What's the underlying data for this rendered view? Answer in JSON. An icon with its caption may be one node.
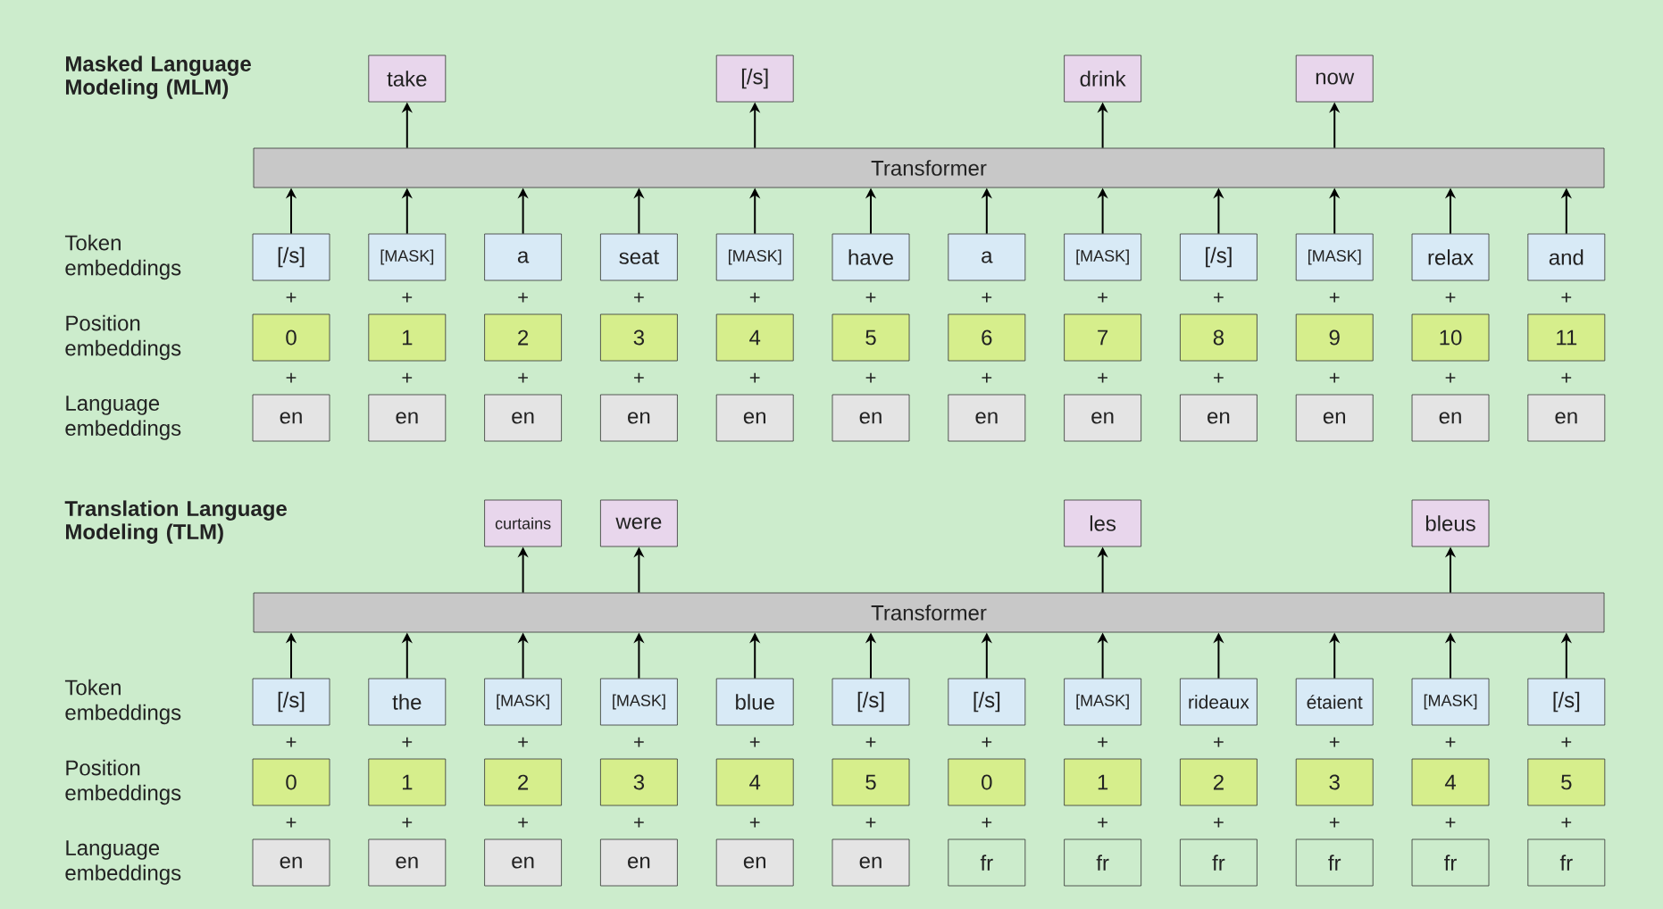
{
  "diagram": {
    "nodes": [
      {
        "text": [
          "take"
        ]
      },
      {
        "text": [
          "[/s]"
        ]
      },
      {
        "text": [
          "drink"
        ]
      },
      {
        "text": [
          "now"
        ]
      },
      {
        "text": [
          "Transformer"
        ]
      },
      {
        "text": [
          "[/s]"
        ]
      },
      {
        "text": [
          "[MASK]"
        ]
      },
      {
        "text": [
          "a"
        ]
      },
      {
        "text": [
          "seat"
        ]
      },
      {
        "text": [
          "[MASK]"
        ]
      },
      {
        "text": [
          "have"
        ]
      },
      {
        "text": [
          "a"
        ]
      },
      {
        "text": [
          "[MASK]"
        ]
      },
      {
        "text": [
          "[/s]"
        ]
      },
      {
        "text": [
          "[MASK]"
        ]
      },
      {
        "text": [
          "relax"
        ]
      },
      {
        "text": [
          "and"
        ]
      },
      {
        "text": [
          "0"
        ]
      },
      {
        "text": [
          "1"
        ]
      },
      {
        "text": [
          "2"
        ]
      },
      {
        "text": [
          "3"
        ]
      },
      {
        "text": [
          "4"
        ]
      },
      {
        "text": [
          "5"
        ]
      },
      {
        "text": [
          "6"
        ]
      },
      {
        "text": [
          "7"
        ]
      },
      {
        "text": [
          "8"
        ]
      },
      {
        "text": [
          "9"
        ]
      },
      {
        "text": [
          "10"
        ]
      },
      {
        "text": [
          "11"
        ]
      },
      {
        "text": [
          "en"
        ]
      },
      {
        "text": [
          "en"
        ]
      },
      {
        "text": [
          "en"
        ]
      },
      {
        "text": [
          "en"
        ]
      },
      {
        "text": [
          "en"
        ]
      },
      {
        "text": [
          "en"
        ]
      },
      {
        "text": [
          "en"
        ]
      },
      {
        "text": [
          "en"
        ]
      },
      {
        "text": [
          "en"
        ]
      },
      {
        "text": [
          "en"
        ]
      },
      {
        "text": [
          "en"
        ]
      },
      {
        "text": [
          "en"
        ]
      },
      {
        "text": [
          "curtains"
        ]
      },
      {
        "text": [
          "were"
        ]
      },
      {
        "text": [
          "les"
        ]
      },
      {
        "text": [
          "bleus"
        ]
      },
      {
        "text": [
          "Transformer"
        ]
      },
      {
        "text": [
          "[/s]"
        ]
      },
      {
        "text": [
          "the"
        ]
      },
      {
        "text": [
          "[MASK]"
        ]
      },
      {
        "text": [
          "[MASK]"
        ]
      },
      {
        "text": [
          "blue"
        ]
      },
      {
        "text": [
          "[/s]"
        ]
      },
      {
        "text": [
          "[/s]"
        ]
      },
      {
        "text": [
          "[MASK]"
        ]
      },
      {
        "text": [
          "rideaux"
        ]
      },
      {
        "text": [
          "étaient"
        ]
      },
      {
        "text": [
          "[MASK]"
        ]
      },
      {
        "text": [
          "[/s]"
        ]
      },
      {
        "text": [
          "0"
        ]
      },
      {
        "text": [
          "1"
        ]
      },
      {
        "text": [
          "2"
        ]
      },
      {
        "text": [
          "3"
        ]
      },
      {
        "text": [
          "4"
        ]
      },
      {
        "text": [
          "5"
        ]
      },
      {
        "text": [
          "0"
        ]
      },
      {
        "text": [
          "1"
        ]
      },
      {
        "text": [
          "2"
        ]
      },
      {
        "text": [
          "3"
        ]
      },
      {
        "text": [
          "4"
        ]
      },
      {
        "text": [
          "5"
        ]
      },
      {
        "text": [
          "en"
        ]
      },
      {
        "text": [
          "en"
        ]
      },
      {
        "text": [
          "en"
        ]
      },
      {
        "text": [
          "en"
        ]
      },
      {
        "text": [
          "en"
        ]
      },
      {
        "text": [
          "en"
        ]
      },
      {
        "text": [
          "fr"
        ]
      },
      {
        "text": [
          "fr"
        ]
      },
      {
        "text": [
          "fr"
        ]
      },
      {
        "text": [
          "fr"
        ]
      },
      {
        "text": [
          "fr"
        ]
      },
      {
        "text": [
          "fr"
        ]
      }
    ],
    "edges": [
      {
        "from": 4,
        "to": 0,
        "arrow": "to"
      },
      {
        "from": 4,
        "to": 1,
        "arrow": "to"
      },
      {
        "from": 4,
        "to": 2,
        "arrow": "to"
      },
      {
        "from": 4,
        "to": 3,
        "arrow": "to"
      },
      {
        "from": 5,
        "to": 4,
        "arrow": "to"
      },
      {
        "from": 6,
        "to": 4,
        "arrow": "to"
      },
      {
        "from": 7,
        "to": 4,
        "arrow": "to"
      },
      {
        "from": 8,
        "to": 4,
        "arrow": "to"
      },
      {
        "from": 9,
        "to": 4,
        "arrow": "to"
      },
      {
        "from": 10,
        "to": 4,
        "arrow": "to"
      },
      {
        "from": 11,
        "to": 4,
        "arrow": "to"
      },
      {
        "from": 12,
        "to": 4,
        "arrow": "to"
      },
      {
        "from": 13,
        "to": 4,
        "arrow": "to"
      },
      {
        "from": 14,
        "to": 4,
        "arrow": "to"
      },
      {
        "from": 15,
        "to": 4,
        "arrow": "to"
      },
      {
        "from": 16,
        "to": 4,
        "arrow": "to"
      },
      {
        "from": 45,
        "to": 41,
        "arrow": "to"
      },
      {
        "from": 45,
        "to": 42,
        "arrow": "to"
      },
      {
        "from": 45,
        "to": 43,
        "arrow": "to"
      },
      {
        "from": 45,
        "to": 44,
        "arrow": "to"
      },
      {
        "from": 46,
        "to": 45,
        "arrow": "to"
      },
      {
        "from": 47,
        "to": 45,
        "arrow": "to"
      },
      {
        "from": 48,
        "to": 45,
        "arrow": "to"
      },
      {
        "from": 49,
        "to": 45,
        "arrow": "to"
      },
      {
        "from": 50,
        "to": 45,
        "arrow": "to"
      },
      {
        "from": 51,
        "to": 45,
        "arrow": "to"
      },
      {
        "from": 52,
        "to": 45,
        "arrow": "to"
      },
      {
        "from": 53,
        "to": 45,
        "arrow": "to"
      },
      {
        "from": 54,
        "to": 45,
        "arrow": "to"
      },
      {
        "from": 55,
        "to": 45,
        "arrow": "to"
      },
      {
        "from": 56,
        "to": 45,
        "arrow": "to"
      },
      {
        "from": 57,
        "to": 45,
        "arrow": "to"
      }
    ],
    "labels": [
      "Masked Language Modeling (MLM)",
      "Token embeddings",
      "+",
      "+",
      "+",
      "+",
      "+",
      "+",
      "+",
      "+",
      "+",
      "+",
      "+",
      "+",
      "Position embeddings",
      "+",
      "+",
      "+",
      "+",
      "+",
      "+",
      "+",
      "+",
      "+",
      "+",
      "+",
      "+",
      "Language embeddings",
      "Translation Language Modeling (TLM)",
      "Token embeddings",
      "+",
      "+",
      "+",
      "+",
      "+",
      "+",
      "+",
      "+",
      "+",
      "+",
      "+",
      "+",
      "Position embeddings",
      "+",
      "+",
      "+",
      "+",
      "+",
      "+",
      "+",
      "+",
      "+",
      "+",
      "+",
      "+",
      "Language embeddings"
    ]
  }
}
